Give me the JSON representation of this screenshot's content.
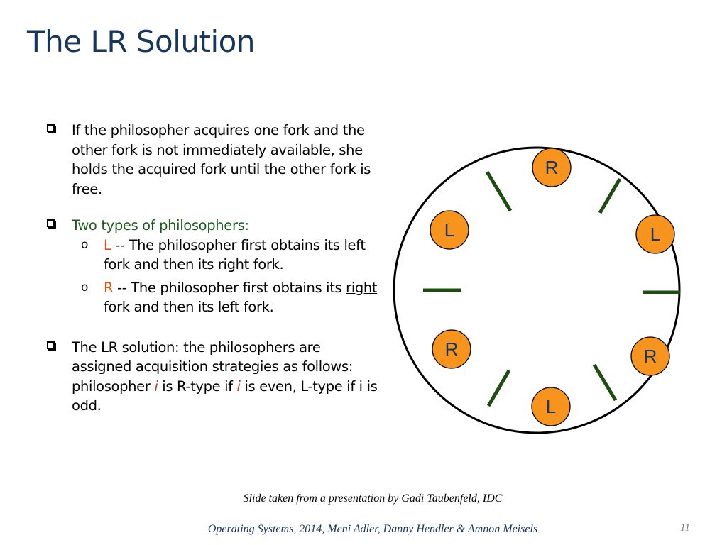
{
  "slide": {
    "title": "The LR Solution",
    "bullet1": "If the philosopher acquires one fork and the other fork is not immediately available, she holds the acquired fork until the other fork is free.",
    "bullet2": "Two types of philosophers:",
    "sub1_letter": "L",
    "sub1_part1": " -- The philosopher first obtains its ",
    "sub1_underline": "left",
    "sub1_part2": " fork and then its right fork.",
    "sub2_letter": "R",
    "sub2_part1": " -- The philosopher first obtains its ",
    "sub2_underline": "right",
    "sub2_part2": " fork and then its left fork.",
    "bullet3_part1": "The LR solution: the philosophers are assigned acquisition strategies as follows: philosopher ",
    "bullet3_i1": "i",
    "bullet3_part2": " is R-type if ",
    "bullet3_i2": "i",
    "bullet3_part3": " is even, L-type if i is odd."
  },
  "diagram": {
    "philosophers": [
      {
        "label": "R",
        "position": "top"
      },
      {
        "label": "L",
        "position": "upper-right"
      },
      {
        "label": "R",
        "position": "lower-right"
      },
      {
        "label": "L",
        "position": "bottom"
      },
      {
        "label": "R",
        "position": "lower-left"
      },
      {
        "label": "L",
        "position": "upper-left"
      }
    ],
    "fork_count": 6,
    "philosopher_color": "#f7941d",
    "fork_color": "#1e4d12",
    "table_color": "#000000"
  },
  "caption": "Slide taken from a presentation by Gadi Taubenfeld, IDC",
  "footer": "Operating Systems, 2014, Meni Adler, Danny Hendler & Amnon Meisels",
  "page_number": "11",
  "colors": {
    "title": "#17365d",
    "green_text": "#1e5c1e",
    "orange_text": "#e0520a",
    "page_number": "#7f7f7f"
  }
}
